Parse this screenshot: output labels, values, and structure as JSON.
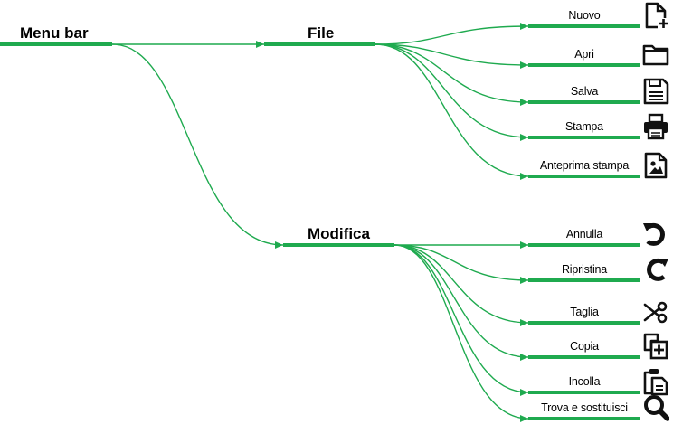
{
  "diagram": {
    "type": "mind-map",
    "line_color": "#1faa4f",
    "icon_color": "#111111",
    "root": {
      "label": "Menu bar"
    },
    "branches": [
      {
        "id": "file",
        "label": "File",
        "items": [
          {
            "label": "Nuovo",
            "icon": "new-file-icon"
          },
          {
            "label": "Apri",
            "icon": "folder-icon"
          },
          {
            "label": "Salva",
            "icon": "save-floppy-icon"
          },
          {
            "label": "Stampa",
            "icon": "printer-icon"
          },
          {
            "label": "Anteprima stampa",
            "icon": "image-file-icon"
          }
        ]
      },
      {
        "id": "modifica",
        "label": "Modifica",
        "items": [
          {
            "label": "Annulla",
            "icon": "undo-icon"
          },
          {
            "label": "Ripristina",
            "icon": "redo-icon"
          },
          {
            "label": "Taglia",
            "icon": "scissors-icon"
          },
          {
            "label": "Copia",
            "icon": "copy-icon"
          },
          {
            "label": "Incolla",
            "icon": "paste-clipboard-icon"
          },
          {
            "label": "Trova e sostituisci",
            "icon": "search-icon"
          }
        ]
      }
    ]
  }
}
